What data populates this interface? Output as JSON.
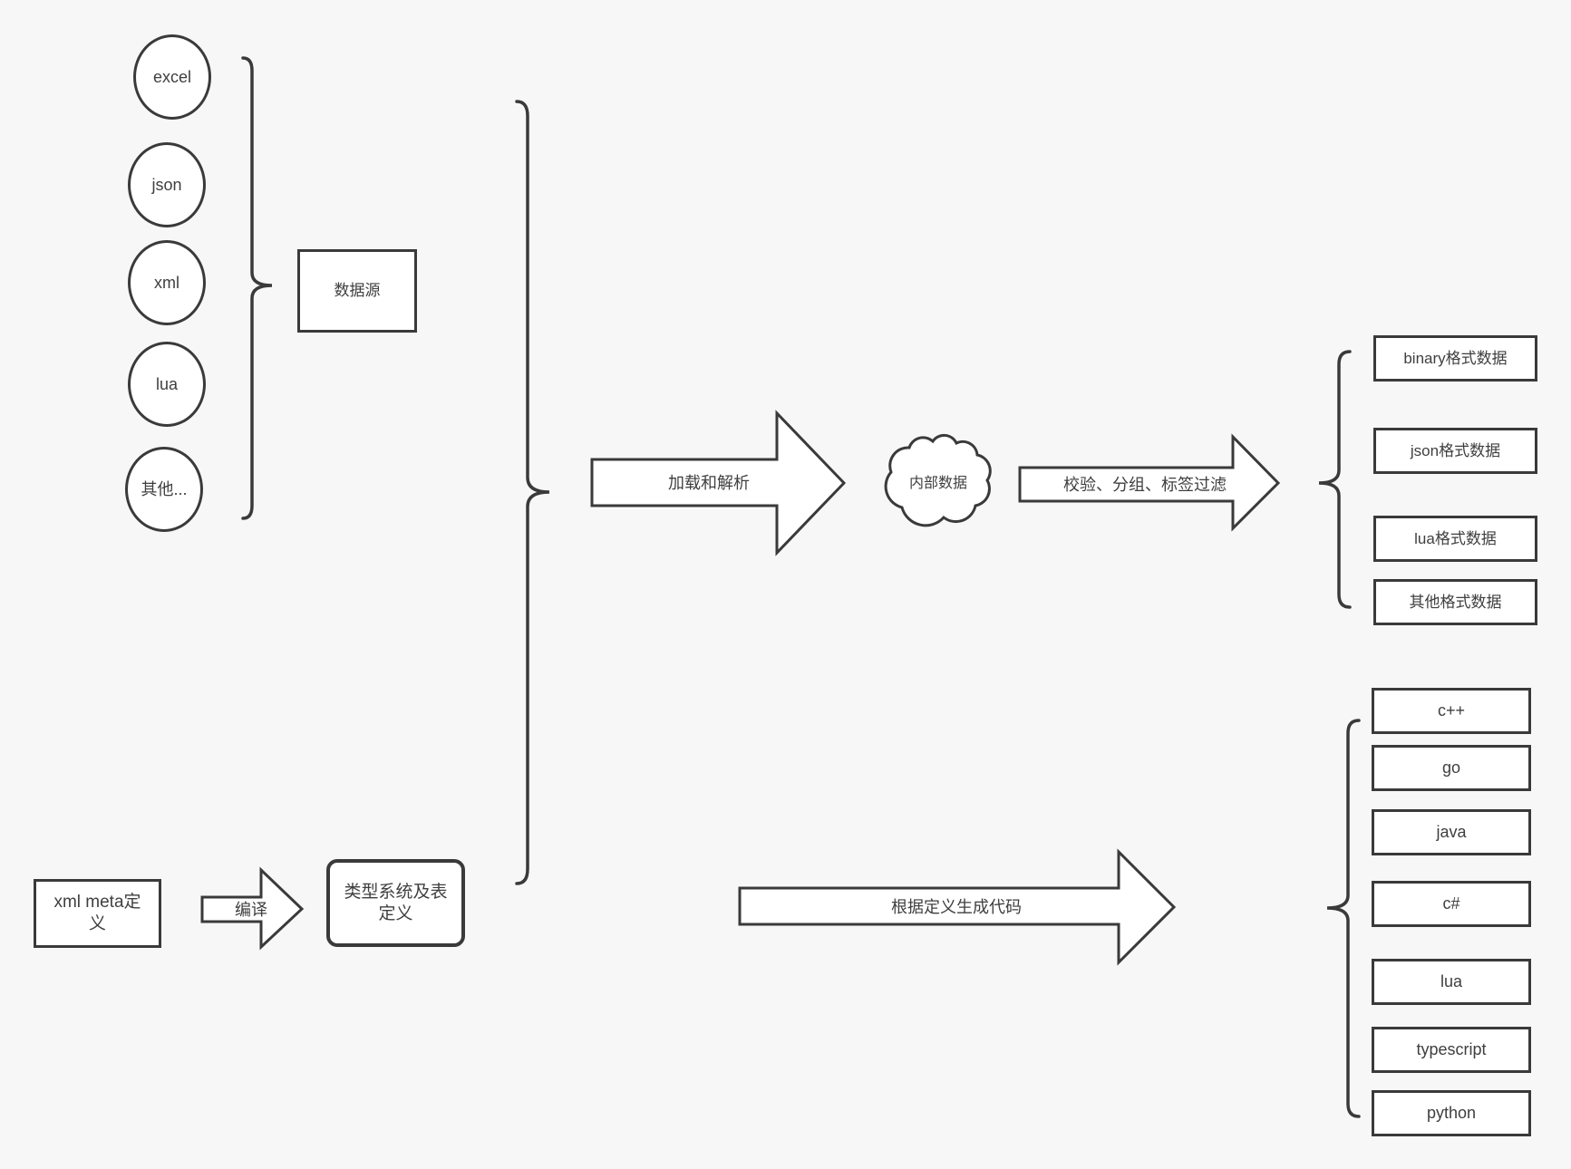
{
  "colors": {
    "background": "#f7f7f7",
    "stroke": "#3a3a3a",
    "fill": "#ffffff",
    "text": "#3f3f3f"
  },
  "sources": {
    "items": [
      "excel",
      "json",
      "xml",
      "lua",
      "其他..."
    ],
    "group_label": "数据源"
  },
  "pipeline": {
    "load_arrow_label": "加载和解析",
    "internal_data_label": "内部数据",
    "filter_arrow_label": "校验、分组、标签过滤",
    "outputs": [
      "binary格式数据",
      "json格式数据",
      "lua格式数据",
      "其他格式数据"
    ]
  },
  "codegen": {
    "xml_meta_label": "xml meta定义",
    "compile_arrow_label": "编译",
    "type_system_label": "类型系统及表定义",
    "codegen_arrow_label": "根据定义生成代码",
    "languages": [
      "c++",
      "go",
      "java",
      "c#",
      "lua",
      "typescript",
      "python"
    ]
  }
}
